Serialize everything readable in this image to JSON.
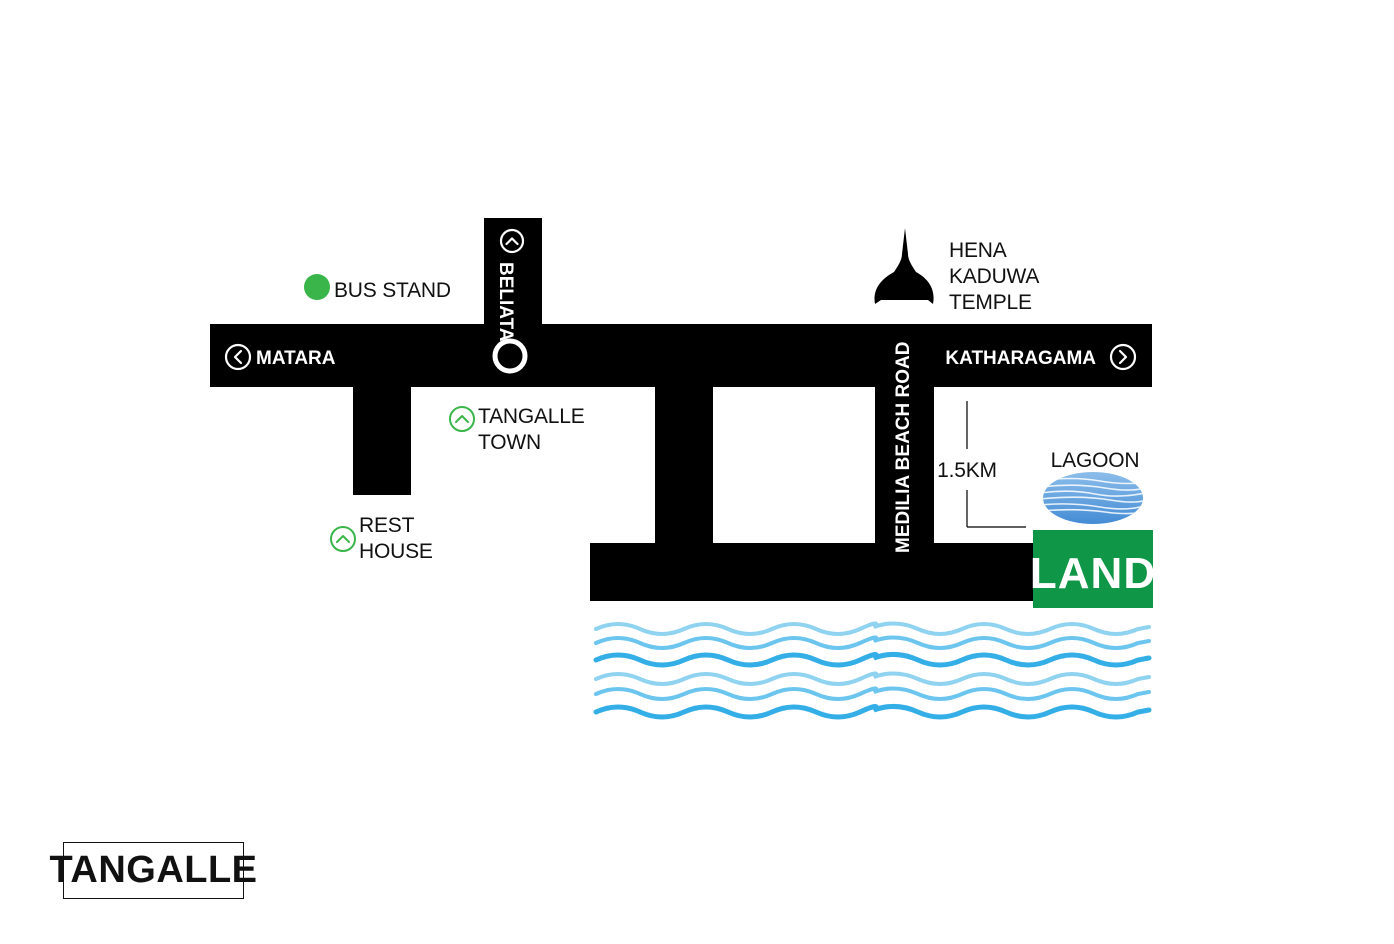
{
  "map": {
    "labels": {
      "bus_stand": "BUS STAND",
      "beliata": "BELIATA",
      "matara": "MATARA",
      "katharagama": "KATHARAGAMA",
      "temple_line1": "HENA",
      "temple_line2": "KADUWA",
      "temple_line3": "TEMPLE",
      "town_line1": "TANGALLE",
      "town_line2": "TOWN",
      "rest_line1": "REST",
      "rest_line2": "HOUSE",
      "beach_road": "MEDILIA BEACH ROAD",
      "distance": "1.5KM",
      "lagoon": "LAGOON",
      "land": "LAND"
    },
    "city": "TANGALLE",
    "colors": {
      "road": "#000000",
      "bus_stand_dot": "#39b54a",
      "poi_icon": "#39b54a",
      "land_box": "#0f9647",
      "sea_light": "#8fd3f0",
      "sea_dark": "#33aee6",
      "lagoon": "#3d8fd6"
    },
    "icons": {
      "matara_arrow": "chevron-left-circle-icon",
      "katharagama_arrow": "chevron-right-circle-icon",
      "beliata_arrow": "chevron-up-circle-icon",
      "junction": "roundabout-icon",
      "temple": "stupa-icon",
      "bus_stand": "green-dot-icon",
      "town": "chevron-up-circle-icon",
      "rest_house": "chevron-up-circle-icon",
      "lagoon": "lagoon-icon",
      "sea": "sea-waves-icon"
    }
  }
}
